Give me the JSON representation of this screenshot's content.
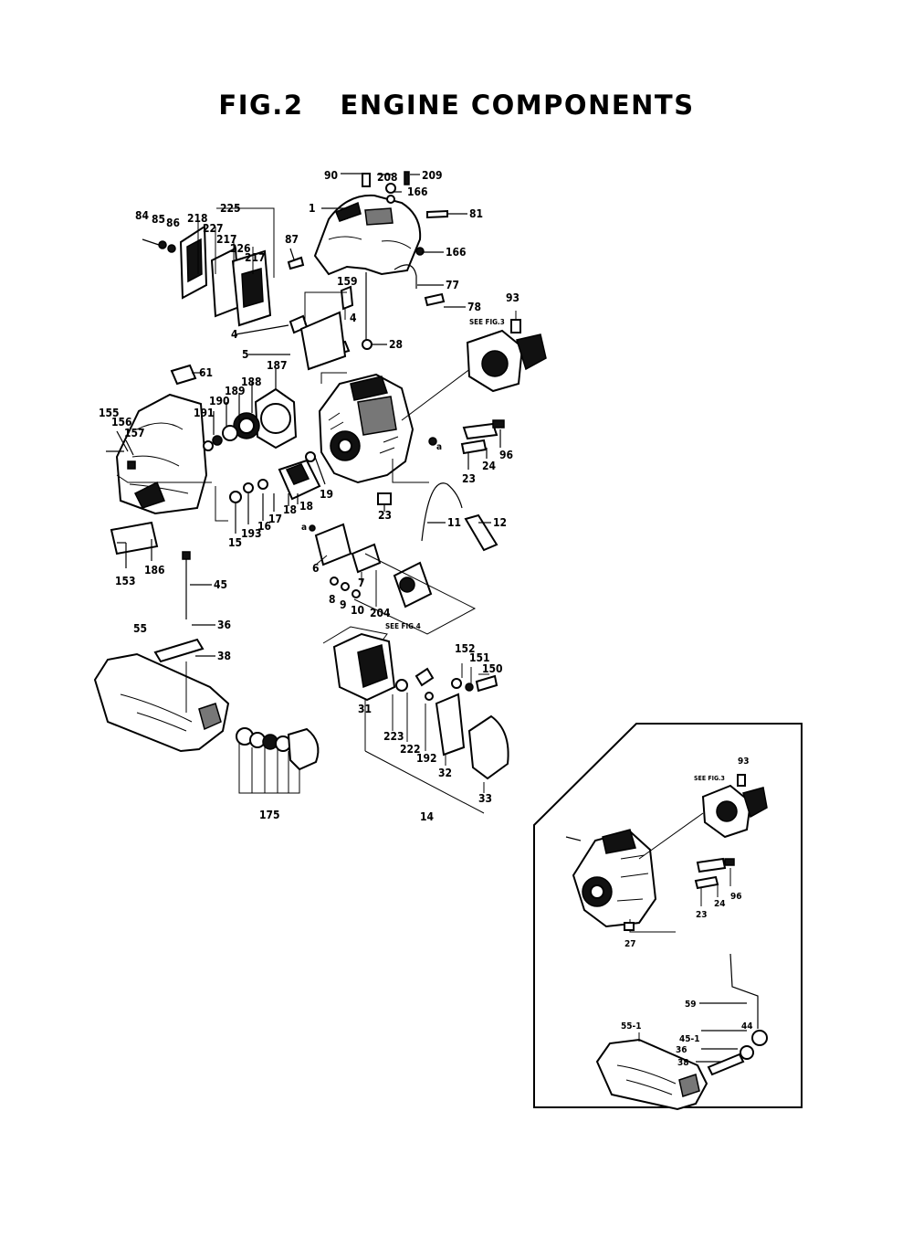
{
  "figure": {
    "fig_label": "FIG.2",
    "title": "ENGINE COMPONENTS"
  },
  "references": {
    "see_fig3": "SEE FIG.3",
    "see_fig4": "SEE FIG.4"
  },
  "main_labels": {
    "p90": "90",
    "p208": "208",
    "p209": "209",
    "p166a": "166",
    "p1": "1",
    "p81": "81",
    "p87": "87",
    "p166b": "166",
    "p77": "77",
    "p78": "78",
    "p84": "84",
    "p85": "85",
    "p86": "86",
    "p218": "218",
    "p225": "225",
    "p227": "227",
    "p217a": "217",
    "p226": "226",
    "p217b": "217",
    "p159": "159",
    "p4a": "4",
    "p4b": "4",
    "p5": "5",
    "p28": "28",
    "p93": "93",
    "p61": "61",
    "p187": "187",
    "p188": "188",
    "p189": "189",
    "p190": "190",
    "p191": "191",
    "p155": "155",
    "p156": "156",
    "p157": "157",
    "pa1": "a",
    "p96": "96",
    "p24": "24",
    "p23a": "23",
    "p19": "19",
    "p18a": "18",
    "p18b": "18",
    "p17": "17",
    "p16": "16",
    "p193": "193",
    "p15": "15",
    "p23b": "23",
    "p11": "11",
    "p12": "12",
    "p153": "153",
    "p186": "186",
    "pa2": "a",
    "p6": "6",
    "p7": "7",
    "p8": "8",
    "p9": "9",
    "p10": "10",
    "p204": "204",
    "p45": "45",
    "p36": "36",
    "p38": "38",
    "p55": "55",
    "p175": "175",
    "p152": "152",
    "p151": "151",
    "p150": "150",
    "p31": "31",
    "p223": "223",
    "p222": "222",
    "p192": "192",
    "p32": "32",
    "p14": "14",
    "p33": "33"
  },
  "inset_labels": {
    "p93": "93",
    "p96": "96",
    "p24": "24",
    "p23": "23",
    "p27": "27",
    "p59": "59",
    "p55_1": "55-1",
    "p44": "44",
    "p45_1": "45-1",
    "p36": "36",
    "p38": "38"
  }
}
